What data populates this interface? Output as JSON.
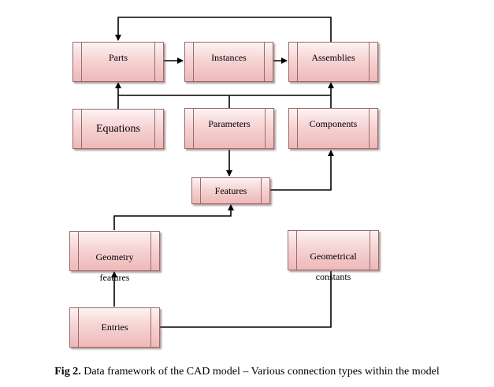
{
  "nodes": {
    "parts": "Parts",
    "instances": "Instances",
    "assemblies": "Assemblies",
    "equations": "Equations",
    "parameters": "Parameters",
    "components": "Components",
    "features": "Features",
    "geometry_features_line1": "Geometry",
    "geometry_features_line2": "features",
    "geometrical_constants_line1": "Geometrical",
    "geometrical_constants_line2": "constants",
    "entries": "Entries"
  },
  "caption": {
    "label": "Fig 2.",
    "text": " Data framework of the CAD model – Various connection types within the model"
  }
}
